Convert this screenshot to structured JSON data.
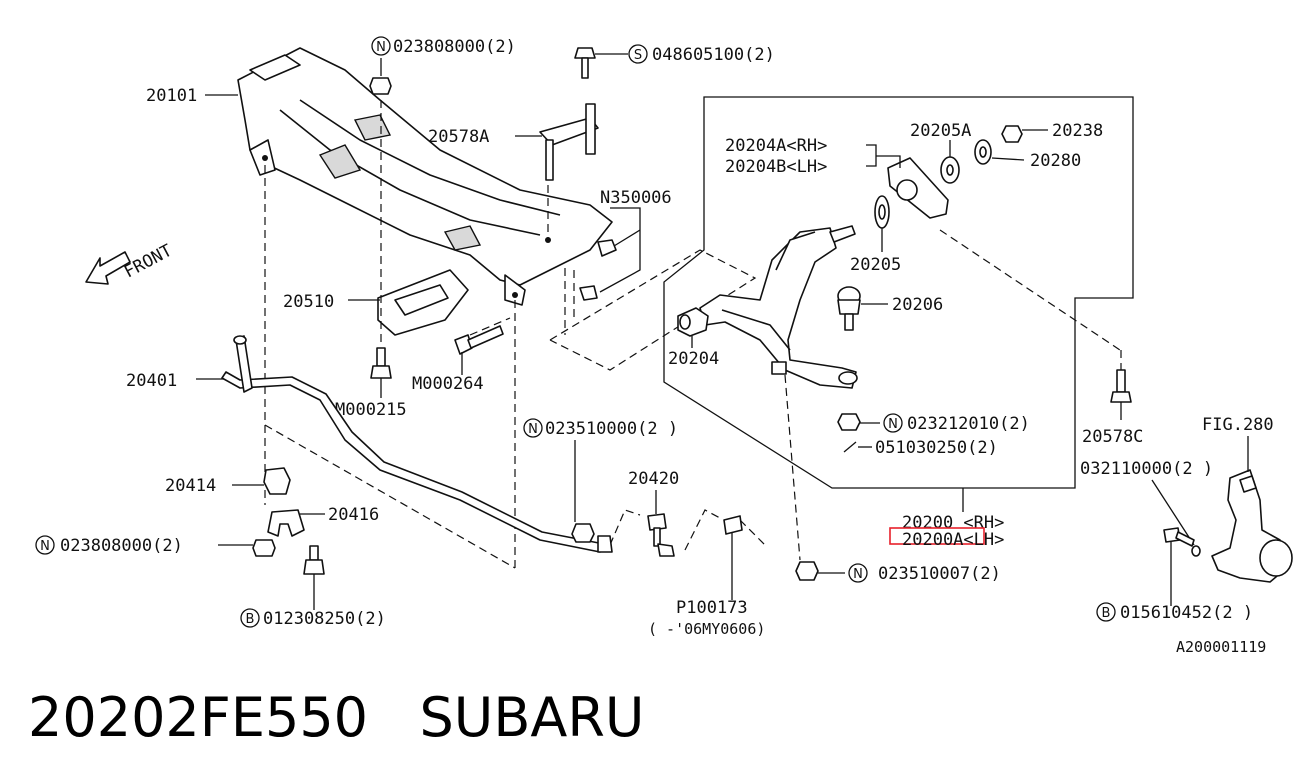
{
  "diagram": {
    "labels": {
      "p20101": "20101",
      "n023808000_top": "023808000(2)",
      "s048605100": "048605100(2)",
      "p20578A": "20578A",
      "n350006": "N350006",
      "front": "FRONT",
      "p20510": "20510",
      "m000264": "M000264",
      "m000215": "M000215",
      "p20401": "20401",
      "p20414": "20414",
      "p20416": "20416",
      "n023808000_bot": "023808000(2)",
      "b012308250": "012308250(2)",
      "n023510000": "023510000(2 )",
      "p20420": "20420",
      "p100173": "P100173",
      "p100173_note": "( -'06MY0606)",
      "p20204A": "20204A<RH>",
      "p20204B": "20204B<LH>",
      "p20205A": "20205A",
      "p20238": "20238",
      "p20280": "20280",
      "p20205": "20205",
      "p20206": "20206",
      "p20204": "20204",
      "n023212010": "023212010(2)",
      "p051030250": "051030250(2)",
      "p20200": "20200 <RH>",
      "p20200A": "20200A<LH>",
      "n023510007": "023510007(2)",
      "p20578C": "20578C",
      "fig280": "FIG.280",
      "p032110000": "032110000(2 )",
      "b015610452": "015610452(2 )",
      "code": "A200001119"
    },
    "callouts": {
      "n": "N",
      "s": "S",
      "b": "B"
    },
    "highlight_color": "#e8212b"
  },
  "footer": {
    "part_number": "20202FE550",
    "brand": "SUBARU"
  }
}
